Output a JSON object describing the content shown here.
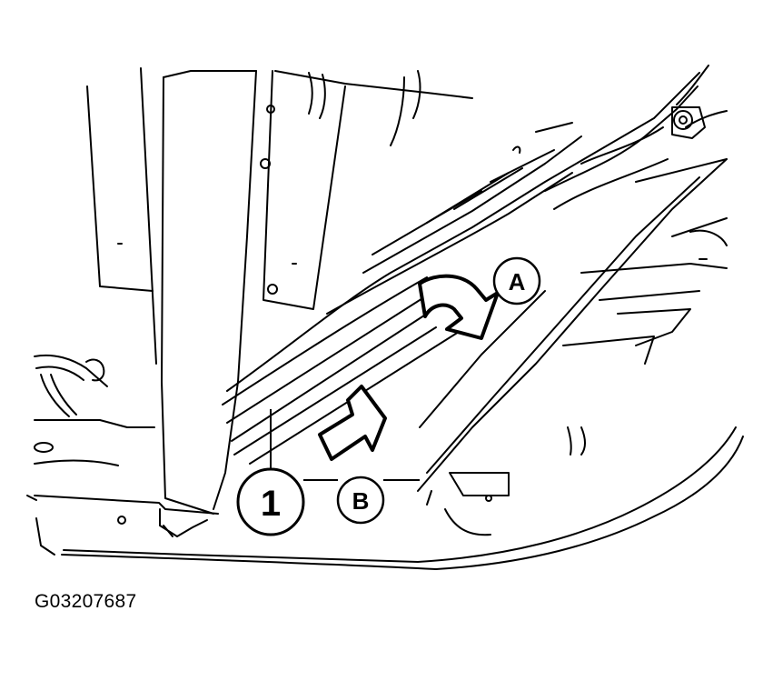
{
  "callouts": {
    "part_1": "1",
    "step_a": "A",
    "step_b": "B"
  },
  "figure_id": "G03207687",
  "colors": {
    "line": "#000000",
    "background": "#ffffff"
  }
}
